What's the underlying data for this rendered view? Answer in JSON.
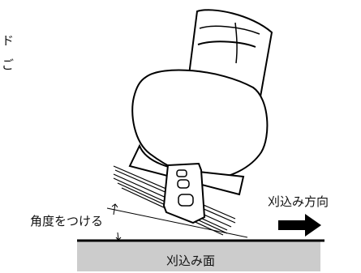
{
  "clipped": {
    "fragment_1": "ド",
    "fragment_2": "ご"
  },
  "labels": {
    "angle": "角度をつける",
    "direction": "刈込み方向",
    "surface": "刈込み面"
  },
  "colors": {
    "surface_fill": "#cccccc",
    "stroke": "#000000"
  }
}
